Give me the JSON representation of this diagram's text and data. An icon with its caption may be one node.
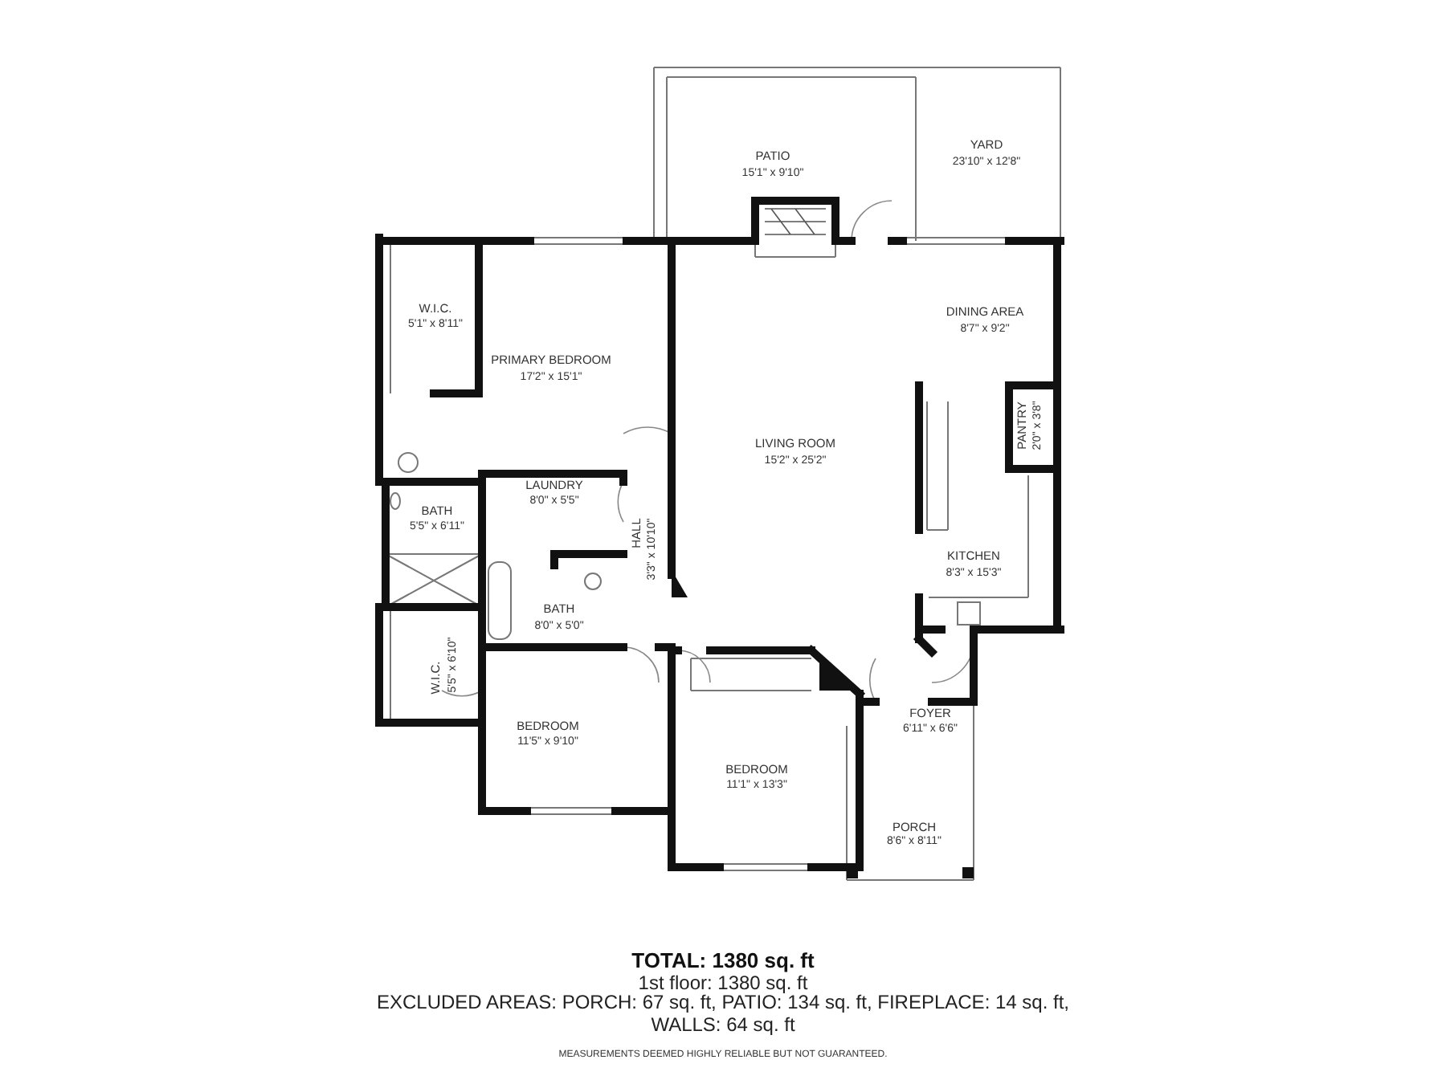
{
  "diagram": {
    "title": "TOTAL: 1380 sq. ft",
    "labels": [
      "PATIO",
      "15'1\" x 9'10\"",
      "YARD",
      "23'10\" x 12'8\"",
      "W.I.C.",
      "5'1\" x 8'11\"",
      "PRIMARY BEDROOM",
      "17'2\" x 15'1\"",
      "DINING AREA",
      "8'7\" x 9'2\"",
      "LIVING ROOM",
      "15'2\" x 25'2\"",
      "PANTRY",
      "2'0\" x 3'8\"",
      "LAUNDRY",
      "8'0\" x 5'5\"",
      "BATH",
      "5'5\" x 6'11\"",
      "HALL",
      "3'3\" x 10'10\"",
      "KITCHEN",
      "8'3\" x 15'3\"",
      "BATH",
      "8'0\" x 5'0\"",
      "W.I.C.",
      "5'5\" x 6'10\"",
      "BEDROOM",
      "11'5\" x 9'10\"",
      "FOYER",
      "6'11\" x 6'6\"",
      "BEDROOM",
      "11'1\" x 13'3\"",
      "PORCH",
      "8'6\" x 8'11\"",
      "1st floor: 1380 sq. ft",
      "EXCLUDED AREAS: PORCH: 67 sq. ft, PATIO: 134 sq. ft, FIREPLACE: 14 sq. ft, WALLS: 64 sq. ft",
      "MEASUREMENTS DEEMED HIGHLY RELIABLE BUT NOT GUARANTEED."
    ]
  }
}
